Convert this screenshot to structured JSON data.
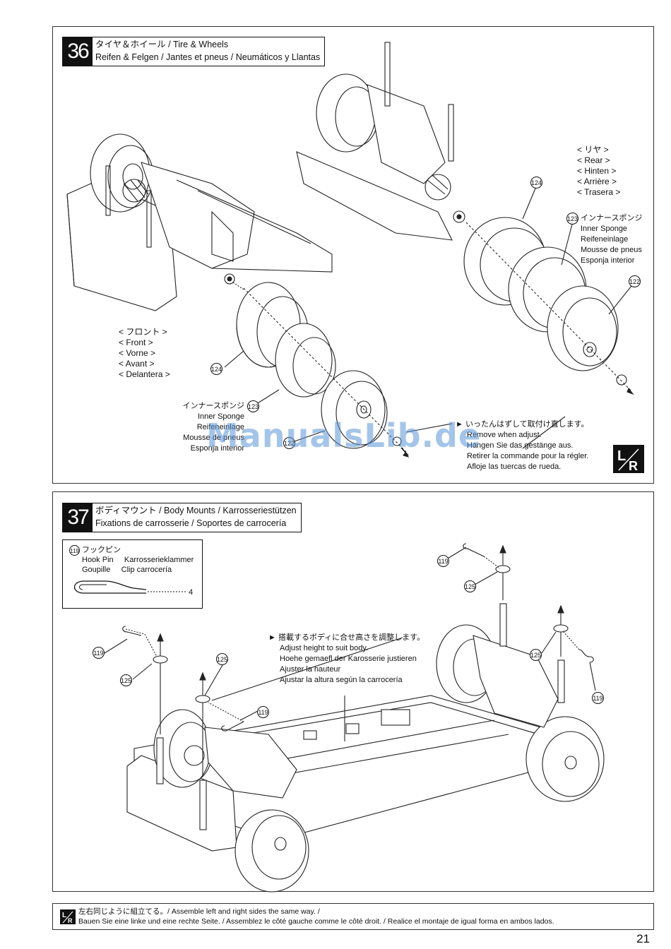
{
  "step36": {
    "number": "36",
    "title_line1": "タイヤ＆ホイール / Tire & Wheels",
    "title_line2": "Reifen & Felgen / Jantes et pneus / Neumáticos y Llantas",
    "rear_labels": [
      "< リヤ >",
      "< Rear >",
      "< Hinten >",
      "< Arrière >",
      "< Trasera >"
    ],
    "front_labels": [
      "< フロント >",
      "< Front >",
      "< Vorne >",
      "< Avant >",
      "< Delantera >"
    ],
    "sponge_rear": [
      "インナースポンジ",
      "Inner Sponge",
      "Reifeneinlage",
      "Mousse de pneus",
      "Esponja interior"
    ],
    "sponge_front": [
      "インナースポンジ",
      "Inner Sponge",
      "Reifeneinlage",
      "Mousse de pneus",
      "Esponja interior"
    ],
    "callouts": {
      "tire": "124",
      "sponge": "123",
      "wheel": "122"
    },
    "note": [
      "いったんはずして取付け直します。",
      "Remove when adjust.",
      "Hängen Sie das gestänge aus.",
      "Retirer la commande pour la régler.",
      "Afloje las tuercas de rueda."
    ],
    "lr_badge": "L/R"
  },
  "watermark": "ManualsLib.de",
  "step37": {
    "number": "37",
    "title_line1": "ボディマウント / Body Mounts / Karrosseriestützen",
    "title_line2": "Fixations de carrosserie / Soportes de carrocería",
    "hook_pin": {
      "callout": "119",
      "jp": "フックピン",
      "line2": [
        "Hook Pin",
        "Karrosserieklammer"
      ],
      "line3": [
        "Goupille",
        "Clip carrocería"
      ],
      "qty": "4"
    },
    "adjust_note": [
      "搭載するボディに合せ高さを調整します。",
      "Adjust height to suit body.",
      "Hoehe gemaefl der Karosserie justieren",
      "Ajuster la hauteur",
      "Ajustar la altura según la carrocería"
    ],
    "callouts": {
      "pin": "119",
      "washer": "125"
    }
  },
  "footer": {
    "line1": "左右同じように組立てる。/  Assemble left and right sides the same way. /",
    "line2": "Bauen Sie eine linke und eine rechte Seite. / Assemblez le côté gauche comme le côté droit. / Realice el montaje de igual forma en ambos lados."
  },
  "page_number": "21"
}
